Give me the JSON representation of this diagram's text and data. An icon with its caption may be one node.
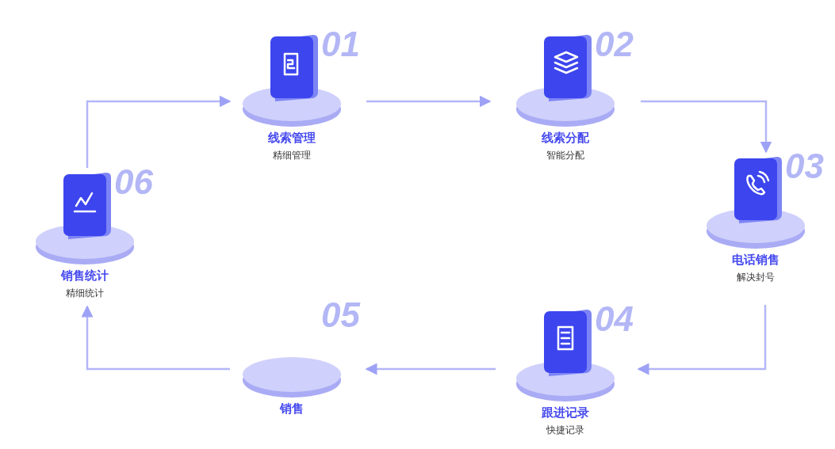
{
  "diagram": {
    "nodes": [
      {
        "text": [
          "01",
          "线索管理",
          "精细管理"
        ]
      },
      {
        "text": [
          "02",
          "线索分配",
          "智能分配"
        ]
      },
      {
        "text": [
          "03",
          "电话销售",
          "解决封号"
        ]
      },
      {
        "text": [
          "04",
          "跟进记录",
          "快捷记录"
        ]
      },
      {
        "text": [
          "05",
          "销售"
        ]
      },
      {
        "text": [
          "06",
          "销售统计",
          "精细统计"
        ]
      }
    ],
    "edges": [
      {
        "from": 0,
        "to": 1,
        "arrow": "to"
      },
      {
        "from": 1,
        "to": 2,
        "arrow": "to"
      },
      {
        "from": 2,
        "to": 3,
        "arrow": "to"
      },
      {
        "from": 3,
        "to": 4,
        "arrow": "to"
      },
      {
        "from": 4,
        "to": 5,
        "arrow": "to"
      },
      {
        "from": 5,
        "to": 0,
        "arrow": "to"
      }
    ]
  }
}
